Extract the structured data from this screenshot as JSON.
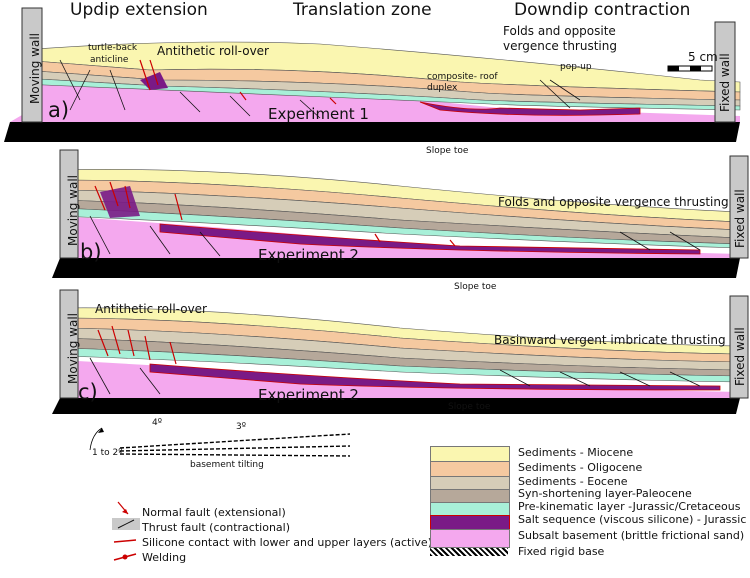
{
  "headers": {
    "left": "Updip extension",
    "center": "Translation zone",
    "right": "Downdip contraction"
  },
  "walls": {
    "moving": "Moving wall",
    "fixed": "Fixed wall"
  },
  "panel_a": {
    "letter": "a)",
    "experiment": "Experiment 1",
    "turtle_back": "turtle-back",
    "anticline": "anticline",
    "roll_over": "Antithetic roll-over",
    "fold_title_1": "Folds and opposite",
    "fold_title_2": "vergence thrusting",
    "composite_1": "composite- roof",
    "composite_2": "duplex",
    "pop_up": "pop-up",
    "scale": "5 cm",
    "slope_toe": "Slope toe"
  },
  "panel_b": {
    "letter": "b)",
    "experiment": "Experiment 2",
    "fold_title": "Folds and opposite vergence thrusting",
    "slope_toe": "Slope toe"
  },
  "panel_c": {
    "letter": "c)",
    "experiment": "Experiment 2",
    "roll_over": "Antithetic roll-over",
    "imbricate": "Basinward vergent imbricate thrusting",
    "slope_toe": "Slope toe"
  },
  "tilting": {
    "angle_4": "4º",
    "angle_3": "3º",
    "angle_1_2": "1 to 2º",
    "label": "basement tilting"
  },
  "symbols": {
    "normal_fault": "Normal fault (extensional)",
    "thrust_fault": "Thrust fault (contractional)",
    "silicone_contact": "Silicone contact with lower and upper layers (active)",
    "welding": "Welding"
  },
  "legend": [
    {
      "label": "Sediments - Miocene",
      "color": "#faf6b0"
    },
    {
      "label": "Sediments - Oligocene",
      "color": "#f5c9a0"
    },
    {
      "label": "Sediments - Eocene",
      "color": "#d6cdb8"
    },
    {
      "label": "Syn-shortening layer-Paleocene",
      "color": "#b6a89a"
    },
    {
      "label": "Pre-kinematic layer -Jurassic/Cretaceous",
      "color": "#a8f0d8"
    },
    {
      "label": "Salt sequence (viscous silicone) - Jurassic",
      "color": "#7a1a86"
    },
    {
      "label": "Subsalt basement (brittle frictional sand)",
      "color": "#f4a8ee"
    },
    {
      "label": "Fixed rigid base",
      "color": "#000000"
    }
  ]
}
